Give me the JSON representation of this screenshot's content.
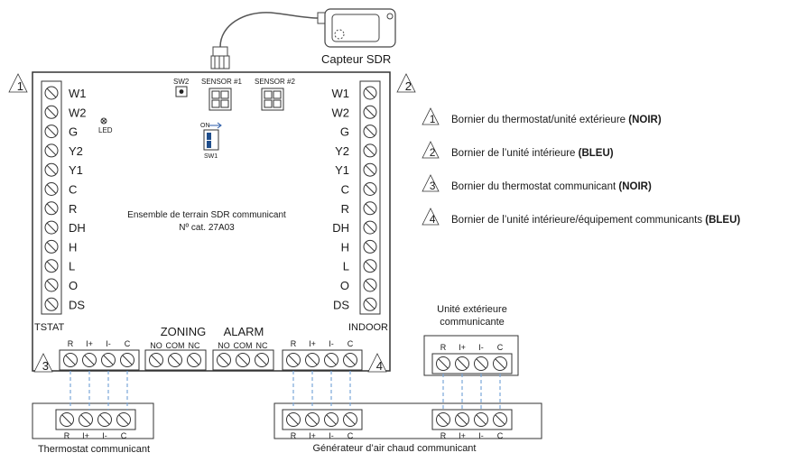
{
  "sensor": {
    "label": "Capteur SDR"
  },
  "board": {
    "title_line1": "Ensemble de terrain SDR communicant",
    "title_line2": "Nº cat. 27A03",
    "sw2": "SW2",
    "sensor1": "SENSOR #1",
    "sensor2": "SENSOR #2",
    "led": "LED",
    "on": "ON",
    "sw1": "SW1",
    "tstat_label": "TSTAT",
    "indoor_label": "INDOOR",
    "zoning_label": "ZONING",
    "alarm_label": "ALARM"
  },
  "markers": [
    "1",
    "2",
    "3",
    "4"
  ],
  "left_terminals": [
    "W1",
    "W2",
    "G",
    "Y2",
    "Y1",
    "C",
    "R",
    "DH",
    "H",
    "L",
    "O",
    "DS"
  ],
  "right_terminals": [
    "W1",
    "W2",
    "G",
    "Y2",
    "Y1",
    "C",
    "R",
    "DH",
    "H",
    "L",
    "O",
    "DS"
  ],
  "comm_terminals": [
    "R",
    "I+",
    "I-",
    "C"
  ],
  "relay_terminals": [
    "NO",
    "COM",
    "NC"
  ],
  "legend": [
    {
      "num": "1",
      "text": "Bornier du thermostat/unité extérieure ",
      "bold": "(NOIR)"
    },
    {
      "num": "2",
      "text": "Bornier de l’unité intérieure ",
      "bold": "(BLEU)"
    },
    {
      "num": "3",
      "text": "Bornier du thermostat communicant ",
      "bold": "(NOIR)"
    },
    {
      "num": "4",
      "text": "Bornier de l’unité intérieure/équipement communicants ",
      "bold": "(BLEU)"
    }
  ],
  "outdoor_unit": {
    "line1": "Unité extérieure",
    "line2": "communicante"
  },
  "thermostat": {
    "label": "Thermostat communicant"
  },
  "furnace": {
    "label": "Générateur d’air chaud communicant"
  }
}
